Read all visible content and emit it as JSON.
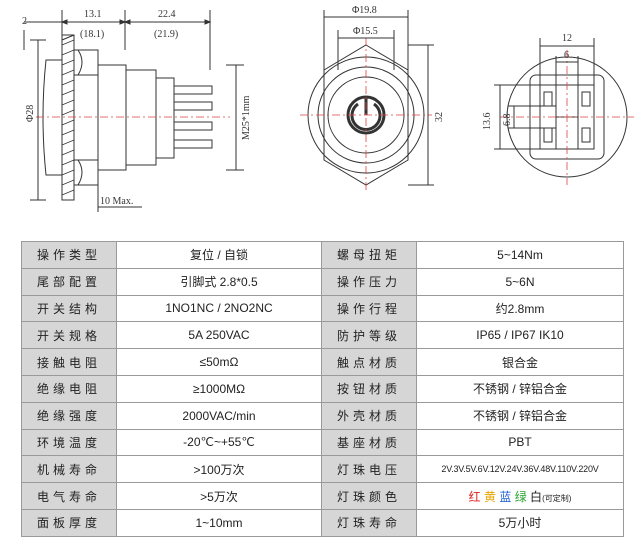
{
  "drawings": {
    "side_view": {
      "dim_top_left": "2",
      "dim_top_mid": "13.1",
      "dim_top_mid_paren": "(18.1)",
      "dim_top_right": "22.4",
      "dim_top_right_paren": "(21.9)",
      "dim_diameter": "Φ28",
      "dim_thread": "M25*1mm",
      "dim_bottom": "10 Max."
    },
    "front_view": {
      "dim_outer": "Φ19.8",
      "dim_inner": "Φ15.5",
      "dim_height": "32"
    },
    "back_view": {
      "dim_top_outer": "12",
      "dim_top_inner": "6",
      "dim_left_outer": "13.6",
      "dim_left_inner": "6.8"
    }
  },
  "spec_table": {
    "rows": [
      {
        "l1": "操作类型",
        "v1": "复位 / 自锁",
        "l2": "螺母扭矩",
        "v2": "5~14Nm"
      },
      {
        "l1": "尾部配置",
        "v1": "引脚式 2.8*0.5",
        "l2": "操作压力",
        "v2": "5~6N"
      },
      {
        "l1": "开关结构",
        "v1": "1NO1NC / 2NO2NC",
        "l2": "操作行程",
        "v2": "约2.8mm"
      },
      {
        "l1": "开关规格",
        "v1": "5A 250VAC",
        "l2": "防护等级",
        "v2": "IP65 / IP67  IK10"
      },
      {
        "l1": "接触电阻",
        "v1": "≤50mΩ",
        "l2": "触点材质",
        "v2": "银合金"
      },
      {
        "l1": "绝缘电阻",
        "v1": "≥1000MΩ",
        "l2": "按钮材质",
        "v2": "不锈钢 / 锌铝合金"
      },
      {
        "l1": "绝缘强度",
        "v1": "2000VAC/min",
        "l2": "外壳材质",
        "v2": "不锈钢 / 锌铝合金"
      },
      {
        "l1": "环境温度",
        "v1": "-20℃~+55℃",
        "l2": "基座材质",
        "v2": "PBT"
      },
      {
        "l1": "机械寿命",
        "v1": ">100万次",
        "l2": "灯珠电压",
        "v2": "2V.3V.5V.6V.12V.24V.36V.48V.110V.220V"
      },
      {
        "l1": "电气寿命",
        "v1": ">5万次",
        "l2": "灯珠颜色",
        "v2": ""
      },
      {
        "l1": "面板厚度",
        "v1": "1~10mm",
        "l2": "灯珠寿命",
        "v2": "5万小时"
      }
    ],
    "led_colors": {
      "red": "红",
      "yellow": "黄",
      "blue": "蓝",
      "green": "绿",
      "white": "白",
      "note": "(可定制)"
    }
  },
  "colors": {
    "red": "#e02020",
    "yellow": "#e8a400",
    "blue": "#1e5fd6",
    "green": "#22a52a",
    "label_bg": "#d6d6d6",
    "border": "#9a9a9a"
  }
}
